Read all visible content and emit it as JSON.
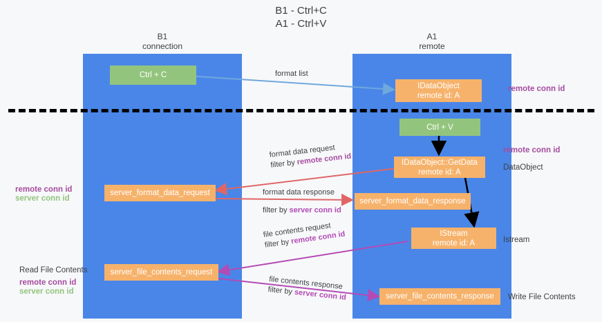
{
  "title": "B1 - Ctrl+C\nA1 - Ctrl+V",
  "columns": {
    "left": "B1\nconnection",
    "right": "A1\nremote"
  },
  "nodes": {
    "ctrl_c": "Ctrl + C",
    "idataobject": "IDataObject\nremote id: A",
    "ctrl_v": "Ctrl + V",
    "getdata": "IDataObject::GetData\nremote id: A",
    "server_format_data_request": "server_format_data_request",
    "server_format_data_response": "server_format_data_response",
    "istream": "IStream\nremote id: A",
    "server_file_contents_request": "server_file_contents_request",
    "server_file_contents_response": "server_file_contents_response"
  },
  "edges": {
    "format_list": "format list",
    "format_data_request": "format data request",
    "format_data_request_filter_prefix": "filter by ",
    "format_data_request_filter_value": "remote conn id",
    "format_data_response": "format data response",
    "format_data_response_filter_prefix": "filter by ",
    "format_data_response_filter_value": "server conn id",
    "file_contents_request": "file contents request",
    "file_contents_request_filter_prefix": "filter by ",
    "file_contents_request_filter_value": "remote conn id",
    "file_contents_response": "file contents response",
    "file_contents_response_filter_prefix": "filter by ",
    "file_contents_response_filter_value": "server conn id"
  },
  "annotations": {
    "right_remote_conn_id_top": "remote conn id",
    "right_remote_conn_id_mid": "remote conn id",
    "right_dataobject": "DataObject",
    "right_istream": "Istream",
    "right_write_file_contents": "Write File Contents",
    "left_remote_conn_id_mid": "remote conn id",
    "left_server_conn_id_mid": "server conn id",
    "left_read_file_contents": "Read File Contents",
    "left_remote_conn_id_bottom": "remote conn id",
    "left_server_conn_id_bottom": "server conn id"
  },
  "colors": {
    "lane": "#4a86e8",
    "green_node": "#93c47d",
    "orange_node": "#f6b26b",
    "purple": "#a64d9e",
    "green_text": "#93c47d",
    "blue_arrow": "#6fa8dc",
    "red_arrow": "#e06666",
    "magenta_arrow": "#b44ab4",
    "black_arrow": "#000000",
    "background": "#f7f8fa"
  }
}
